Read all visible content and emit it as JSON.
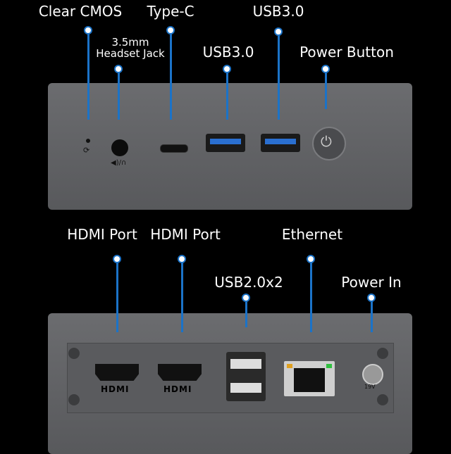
{
  "top_labels": {
    "clear_cmos": "Clear CMOS",
    "headset_jack_1": "3.5mm",
    "headset_jack_2": "Headset Jack",
    "type_c": "Type-C",
    "usb3_a": "USB3.0",
    "usb3_b": "USB3.0",
    "power_button": "Power Button"
  },
  "bottom_labels": {
    "hdmi_1": "HDMI Port",
    "hdmi_2": "HDMI Port",
    "usb2": "USB2.0x2",
    "ethernet": "Ethernet",
    "power_in": "Power In"
  },
  "port_markings": {
    "hdmi": "HDMI",
    "dc_voltage": "19V"
  },
  "colors": {
    "accent": "#1b73c8",
    "chassis": "#626366"
  }
}
